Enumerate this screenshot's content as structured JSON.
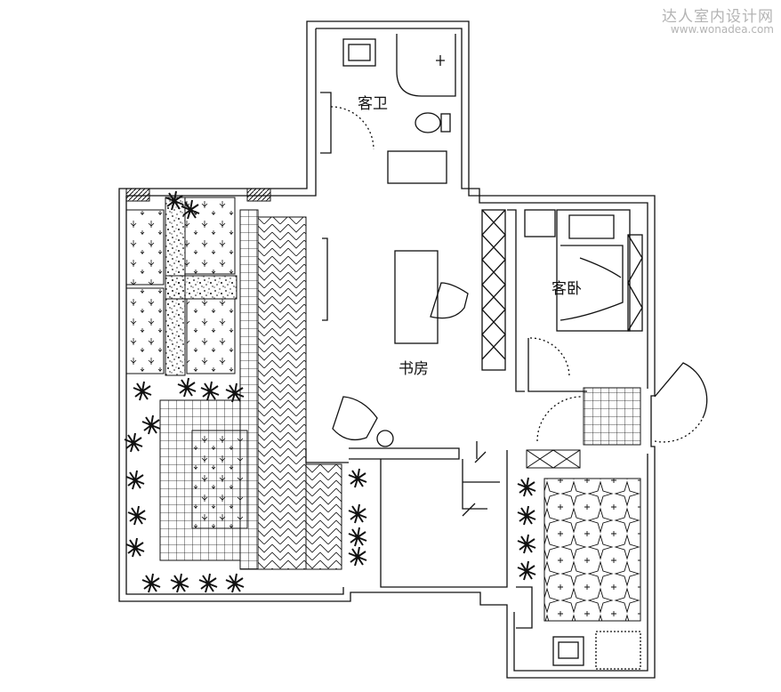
{
  "watermark": {
    "line1": "达人室内设计网",
    "line2": "www.wonadea.com"
  },
  "rooms": {
    "guest_bath": "客卫",
    "study": "书房",
    "guest_bedroom": "客卧"
  },
  "colors": {
    "line": "#111111",
    "watermark": "#b4b4b4",
    "background": "#ffffff"
  }
}
